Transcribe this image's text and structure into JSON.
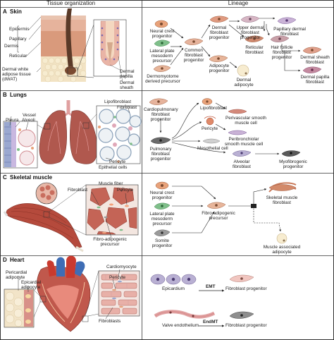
{
  "headers": {
    "tissue": "Tissue organization",
    "lineage": "Lineage"
  },
  "panels": {
    "a": {
      "letter": "A",
      "title": "Skin",
      "tissue_labels": {
        "epidermis": "Epidermis",
        "papillary": "Papillary",
        "dermis": "Dermis",
        "reticular": "Reticular",
        "dwat1": "Dermal white",
        "dwat2": "adipose tissue",
        "dwat3": "(dWAT)",
        "papilla1": "Dermal",
        "papilla2": "papilla",
        "sheath1": "Dermal",
        "sheath2": "sheath"
      },
      "lineage_labels": {
        "ncp1": "Neural crest",
        "ncp2": "progenitor",
        "lpm1": "Lateral plate",
        "lpm2": "mesoderm",
        "lpm3": "precursor",
        "dmy1": "Dermomyotome",
        "dmy2": "derived precursor",
        "cfp1": "Common",
        "cfp2": "fibroblast",
        "cfp3": "progenitor",
        "dfp1": "Dermal",
        "dfp2": "fibroblast",
        "dfp3": "progenitor",
        "udf1": "Upper dermal",
        "udf2": "fibroblast",
        "udf3": "progenitor",
        "pdf1": "Papillary dermal",
        "pdf2": "fibroblast",
        "rf1": "Reticular",
        "rf2": "fibroblast",
        "hff1": "Hair follicle",
        "hff2": "fibroblast",
        "hff3": "progenitor",
        "dsf1": "Dermal sheath",
        "dsf2": "fibroblast",
        "dpf1": "Dermal papilla",
        "dpf2": "fibroblast",
        "ap1": "Adipocyte",
        "ap2": "progenitor",
        "da1": "Dermal",
        "da2": "adipocyte"
      }
    },
    "b": {
      "letter": "B",
      "title": "Lungs",
      "tissue_labels": {
        "vessel": "Vessel",
        "pleura": "Pleura",
        "alveoli": "Alveoli",
        "lipo": "Lipofibroblast",
        "fibro": "Fibroblast",
        "pericyte": "Pericyte",
        "epi": "Epithelial cells"
      },
      "lineage_labels": {
        "cpf1": "Cardiopulmonary",
        "cpf2": "fibroblast",
        "cpf3": "progenitor",
        "pfp1": "Pulmonary",
        "pfp2": "fibroblast",
        "pfp3": "progenitor",
        "lipo": "Lipofibroblast",
        "pericyte": "Pericyte",
        "pvs1": "Perivascular smooth",
        "pvs2": "muscle cell",
        "pbs1": "Peribronchiolar",
        "pbs2": "smooth muscle cell",
        "meso": "Mesothelial cell",
        "alv1": "Alveolar",
        "alv2": "fibroblast",
        "myo1": "Myofibrogenic",
        "myo2": "progenitor"
      }
    },
    "c": {
      "letter": "C",
      "title": "Skeletal muscle",
      "tissue_labels": {
        "fibroblast": "Fibroblast",
        "mfiber": "Muscle fiber",
        "pericyte": "Pericyte",
        "fap1": "Fibro-adipogenic",
        "fap2": "precursor"
      },
      "lineage_labels": {
        "ncp1": "Neural crest",
        "ncp2": "progenitor",
        "lpm1": "Lateral plate",
        "lpm2": "mesoderm",
        "lpm3": "precursor",
        "som1": "Somite",
        "som2": "progenitor",
        "fap1": "Fibro-adipogenic",
        "fap2": "precursor",
        "smf1": "Skeletal muscle",
        "smf2": "fibroblast",
        "maa1": "Muscle associated",
        "maa2": "adipocyte"
      }
    },
    "d": {
      "letter": "D",
      "title": "Heart",
      "tissue_labels": {
        "peri1": "Pericardial",
        "peri2": "adipocyte",
        "epi1": "Epicardial",
        "epi2": "adipocyte",
        "cardio": "Cardiomyocyte",
        "pericyte": "Pericyte",
        "fibro": "Fibroblasts"
      },
      "lineage_labels": {
        "epicardium": "Epicardium",
        "emt": "EMT",
        "fp1": "Fibroblast progenitor",
        "valve": "Valve endothelium",
        "endmt": "EndMT",
        "fp2": "Fibroblast progenitor"
      }
    }
  },
  "colors": {
    "border": "#333333",
    "orange_cell": "#e8a27a",
    "green_cell": "#7fbf8a",
    "grey_cell": "#9a9a9a",
    "pink_cell": "#f1c6c0",
    "purple_cell": "#b9b0d3",
    "muscle": "#b54a3c",
    "vessel_red": "#c93a2e",
    "vessel_blue": "#3f6db5"
  }
}
